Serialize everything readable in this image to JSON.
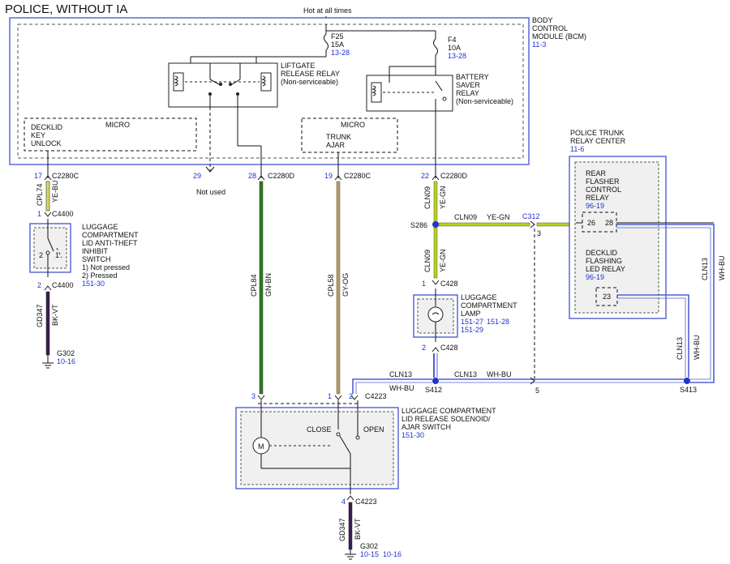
{
  "title": "POLICE, WITHOUT IA",
  "hot_label": "Hot at all times",
  "bcm": {
    "label": [
      "BODY",
      "CONTROL",
      "MODULE (BCM)"
    ],
    "ref": "11-3"
  },
  "fuses": [
    {
      "name": "F25",
      "rating": "15A",
      "ref": "13-28"
    },
    {
      "name": "F4",
      "rating": "10A",
      "ref": "13-28"
    }
  ],
  "liftgate_relay": [
    "LIFTGATE",
    "RELEASE RELAY",
    "(Non-serviceable)"
  ],
  "battery_saver": [
    "BATTERY",
    "SAVER",
    "RELAY",
    "(Non-serviceable)"
  ],
  "micro_left": {
    "title": "MICRO",
    "lines": [
      "DECKLID",
      "KEY",
      "UNLOCK"
    ]
  },
  "micro_right": {
    "title": "MICRO",
    "lines": [
      "TRUNK",
      "AJAR"
    ]
  },
  "pins": [
    {
      "pin": "17",
      "conn": "C2280C"
    },
    {
      "pin": "29",
      "conn": ""
    },
    {
      "pin": "28",
      "conn": "C2280D"
    },
    {
      "pin": "19",
      "conn": "C2280C"
    },
    {
      "pin": "22",
      "conn": "C2280D"
    }
  ],
  "not_used": "Not used",
  "wires": [
    {
      "circuit": "CPL74",
      "color": "YE-BU"
    },
    {
      "circuit": "GD347",
      "color": "BK-VT"
    },
    {
      "circuit": "CPL84",
      "color": "GN-BN"
    },
    {
      "circuit": "CPL58",
      "color": "GY-OG"
    },
    {
      "circuit": "CLN09",
      "color": "YE-GN"
    },
    {
      "circuit": "CLN09",
      "color": "YE-GN"
    },
    {
      "circuit": "CLN09",
      "color": "YE-GN"
    },
    {
      "circuit": "CLN13",
      "color": "WH-BU"
    },
    {
      "circuit": "CLN13",
      "color": "WH-BU"
    },
    {
      "circuit": "CLN13",
      "color": "WH-BU"
    },
    {
      "circuit": "CLN13",
      "color": "WH-BU"
    },
    {
      "circuit": "GD347",
      "color": "BK-VT"
    }
  ],
  "connectors": {
    "c4400_1": "C4400",
    "c4400_2": "C4400",
    "c428_1": "C428",
    "c428_2": "C428",
    "c312": "C312",
    "c4223_a": "C4223",
    "c4223_b": "C4223"
  },
  "pin_numbers": {
    "c4400_1": "1",
    "c4400_2": "2",
    "c428_1": "1",
    "c428_2": "2",
    "c312": "3",
    "s412_right": "5",
    "c4223_3": "3",
    "c4223_1": "1",
    "c4223_2": "2",
    "c4223_4": "4"
  },
  "splices": {
    "s286": "S286",
    "s412": "S412",
    "s413": "S413"
  },
  "switch_left": {
    "lines": [
      "LUGGAGE",
      "COMPARTMENT",
      "LID ANTI-THEFT",
      "INHIBIT",
      "SWITCH"
    ],
    "states": [
      "1) Not pressed",
      "2) Pressed"
    ],
    "ref": "151-30",
    "p2": "2",
    "p1": "1"
  },
  "ground_left": {
    "name": "G302",
    "ref": "10-16"
  },
  "ground_bottom": {
    "name": "G302",
    "refs": [
      "10-15",
      "10-16"
    ]
  },
  "lamp": {
    "lines": [
      "LUGGAGE",
      "COMPARTMENT",
      "LAMP"
    ],
    "refs": [
      "151-27",
      "151-28",
      "151-29"
    ]
  },
  "trunk_relay_center": {
    "lines": [
      "POLICE TRUNK",
      "RELAY CENTER"
    ],
    "ref": "11-6"
  },
  "rear_flasher": {
    "lines": [
      "REAR",
      "FLASHER",
      "CONTROL",
      "RELAY"
    ],
    "ref": "96-19",
    "pins": [
      "26",
      "28"
    ]
  },
  "decklid_flashing": {
    "lines": [
      "DECKLID",
      "FLASHING",
      "LED RELAY"
    ],
    "ref": "96-19",
    "pin": "23"
  },
  "solenoid": {
    "lines": [
      "LUGGAGE COMPARTMENT",
      "LID RELEASE SOLENOID/",
      "AJAR SWITCH"
    ],
    "ref": "151-30",
    "close": "CLOSE",
    "open": "OPEN",
    "motor": "M"
  },
  "colors": {
    "link": "#2233cc",
    "ye_bu": "#d8d860",
    "gn_bn": "#2f7a24",
    "gy_og": "#b49a6a",
    "ye_gn": "#b6d31a",
    "wh_bu": "#5060d0",
    "bk_vt": "#3a1d52"
  }
}
